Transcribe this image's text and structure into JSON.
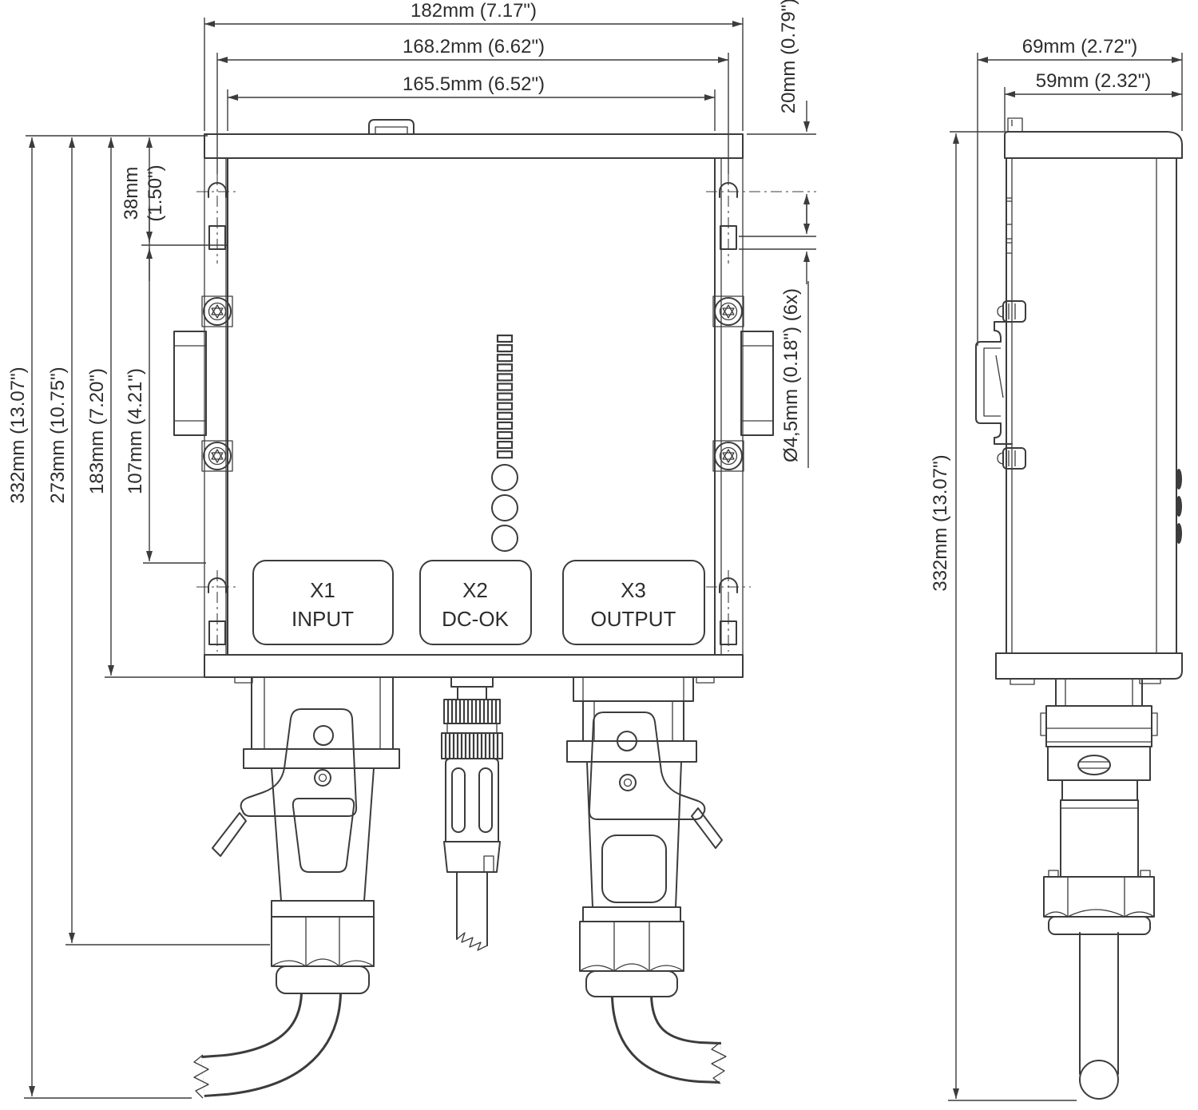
{
  "front_view": {
    "dims": {
      "width_outer": "182mm (7.17\")",
      "width_holes": "168.2mm (6.62\")",
      "width_body": "165.5mm (6.52\")",
      "top_to_hole": "20mm (0.79\")",
      "hole_dia": "Ø4,5mm (0.18\") (6x)",
      "height_total": "332mm (13.07\")",
      "height_cable": "273mm (10.75\")",
      "height_flange": "183mm (7.20\")",
      "height_panel": "107mm (4.21\")",
      "hole_pitch": "38mm",
      "hole_pitch_in": "(1.50\")"
    },
    "connectors": [
      {
        "id": "X1",
        "label": "INPUT"
      },
      {
        "id": "X2",
        "label": "DC-OK"
      },
      {
        "id": "X3",
        "label": "OUTPUT"
      }
    ]
  },
  "side_view": {
    "dims": {
      "depth_outer": "69mm (2.72\")",
      "depth_body": "59mm (2.32\")",
      "height_total": "332mm (13.07\")"
    }
  },
  "colors": {
    "line": "#3c3c3c",
    "text": "#2d2d2d",
    "background": "#ffffff"
  }
}
